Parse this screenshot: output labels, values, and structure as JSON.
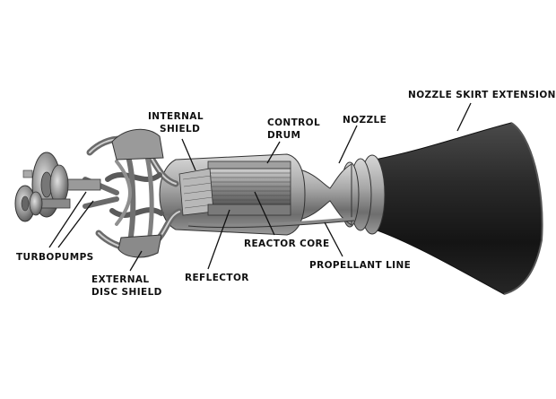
{
  "labels": {
    "nozzle_skirt_extension": "NOZZLE SKIRT EXTENSION",
    "internal_shield": [
      "INTERNAL",
      "SHIELD"
    ],
    "control_drum": [
      "CONTROL",
      "DRUM"
    ],
    "nozzle": "NOZZLE",
    "turbopumps": "TURBOPUMPS",
    "external_disc_shield": [
      "EXTERNAL",
      "DISC SHIELD"
    ],
    "reflector": "REFLECTOR",
    "reactor_core": "REACTOR CORE",
    "propellant_line": "PROPELLANT LINE"
  }
}
